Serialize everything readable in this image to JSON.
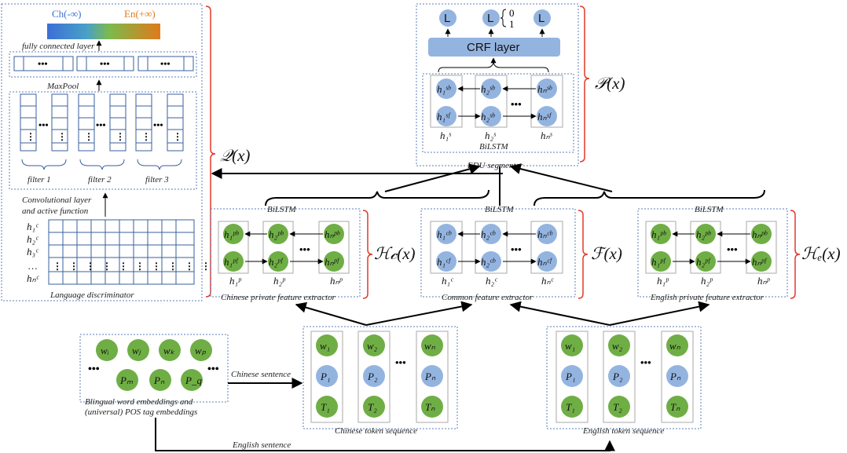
{
  "discriminator": {
    "ch_label": "Ch(-∞)",
    "en_label": "En(+∞)",
    "fc_label": "fully connected layer",
    "maxpool_label": "MaxPool",
    "filter_labels": [
      "filter 1",
      "filter 2",
      "filter 3"
    ],
    "conv_label_1": "Convolutional layer",
    "conv_label_2": "and active function",
    "h_labels": [
      "h₁ᶜ",
      "h₂ᶜ",
      "h₃ᶜ",
      "…",
      "hₙᶜ"
    ],
    "title": "Language discriminator",
    "colors": {
      "ch": "#3b6fd6",
      "mid": "#7cba4c",
      "en": "#e07a1a"
    }
  },
  "q_label": "𝒬(x)",
  "segmenter": {
    "l_label": "L",
    "binary_top": "0",
    "binary_bottom": "1",
    "crf_label": "CRF layer",
    "bilstm_label": "BiLSTM",
    "title": "EDU segmenter",
    "p_label": "𝒫(x)"
  },
  "chinese_private": {
    "bilstm_label": "BiLSTM",
    "title": "Chinese private feature extractor",
    "h_label": "ℋ𝒸(x)"
  },
  "common": {
    "bilstm_label": "BiLSTM",
    "title": "Common feature extractor",
    "f_label": "ℱ(x)"
  },
  "english_private": {
    "bilstm_label": "BiLSTM",
    "title": "English private feature extractor",
    "h_label": "ℋₑ(x)"
  },
  "embeddings": {
    "words": [
      "w_i",
      "w_j",
      "w_k",
      "w_p"
    ],
    "pos": [
      "P_m",
      "P_n",
      "P_q"
    ],
    "title_1": "Blingual word embeddings and",
    "title_2": "(universal) POS tag embeddings"
  },
  "chinese_seq": {
    "title": "Chinese token sequence",
    "arrow_label": "Chinese sentence"
  },
  "english_seq": {
    "title": "English token sequence",
    "arrow_label": "English sentence"
  },
  "colors": {
    "blue_node": "#94b4e0",
    "green_node": "#6fae45",
    "crf": "#94b4e0",
    "bracket": "#e03a2a",
    "border": "#5a7fb8"
  }
}
